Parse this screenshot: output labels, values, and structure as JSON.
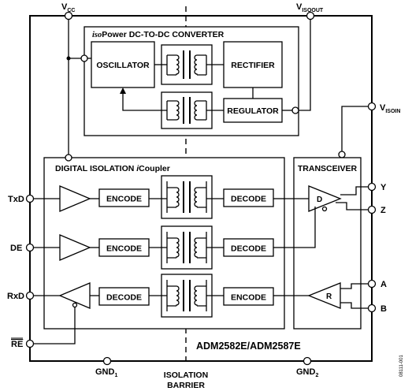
{
  "pins": {
    "vcc": {
      "main": "V",
      "sub": "CC"
    },
    "visoout": {
      "main": "V",
      "sub": "ISOOUT"
    },
    "visoin": {
      "main": "V",
      "sub": "ISOIN"
    },
    "txd": "TxD",
    "de": "DE",
    "rxd": "RxD",
    "re": "RE",
    "y": "Y",
    "z": "Z",
    "a": "A",
    "b": "B",
    "gnd1": {
      "main": "GND",
      "sub": "1"
    },
    "gnd2": {
      "main": "GND",
      "sub": "2"
    }
  },
  "power_converter": {
    "title_prefix": "iso",
    "title_rest": "Power DC-TO-DC CONVERTER",
    "oscillator": "OSCILLATOR",
    "rectifier": "RECTIFIER",
    "regulator": "REGULATOR"
  },
  "digital_isolation": {
    "title_prefix": "DIGITAL ISOLATION ",
    "title_italic": "i",
    "title_rest": "Coupler",
    "channels": [
      {
        "left": "ENCODE",
        "right": "DECODE"
      },
      {
        "left": "ENCODE",
        "right": "DECODE"
      },
      {
        "left": "DECODE",
        "right": "ENCODE"
      }
    ]
  },
  "transceiver": {
    "title": "TRANSCEIVER",
    "driver": "D",
    "receiver": "R"
  },
  "part_number": "ADM2582E/ADM2587E",
  "isolation_barrier": [
    "ISOLATION",
    "BARRIER"
  ],
  "figure_id": "08111-001"
}
